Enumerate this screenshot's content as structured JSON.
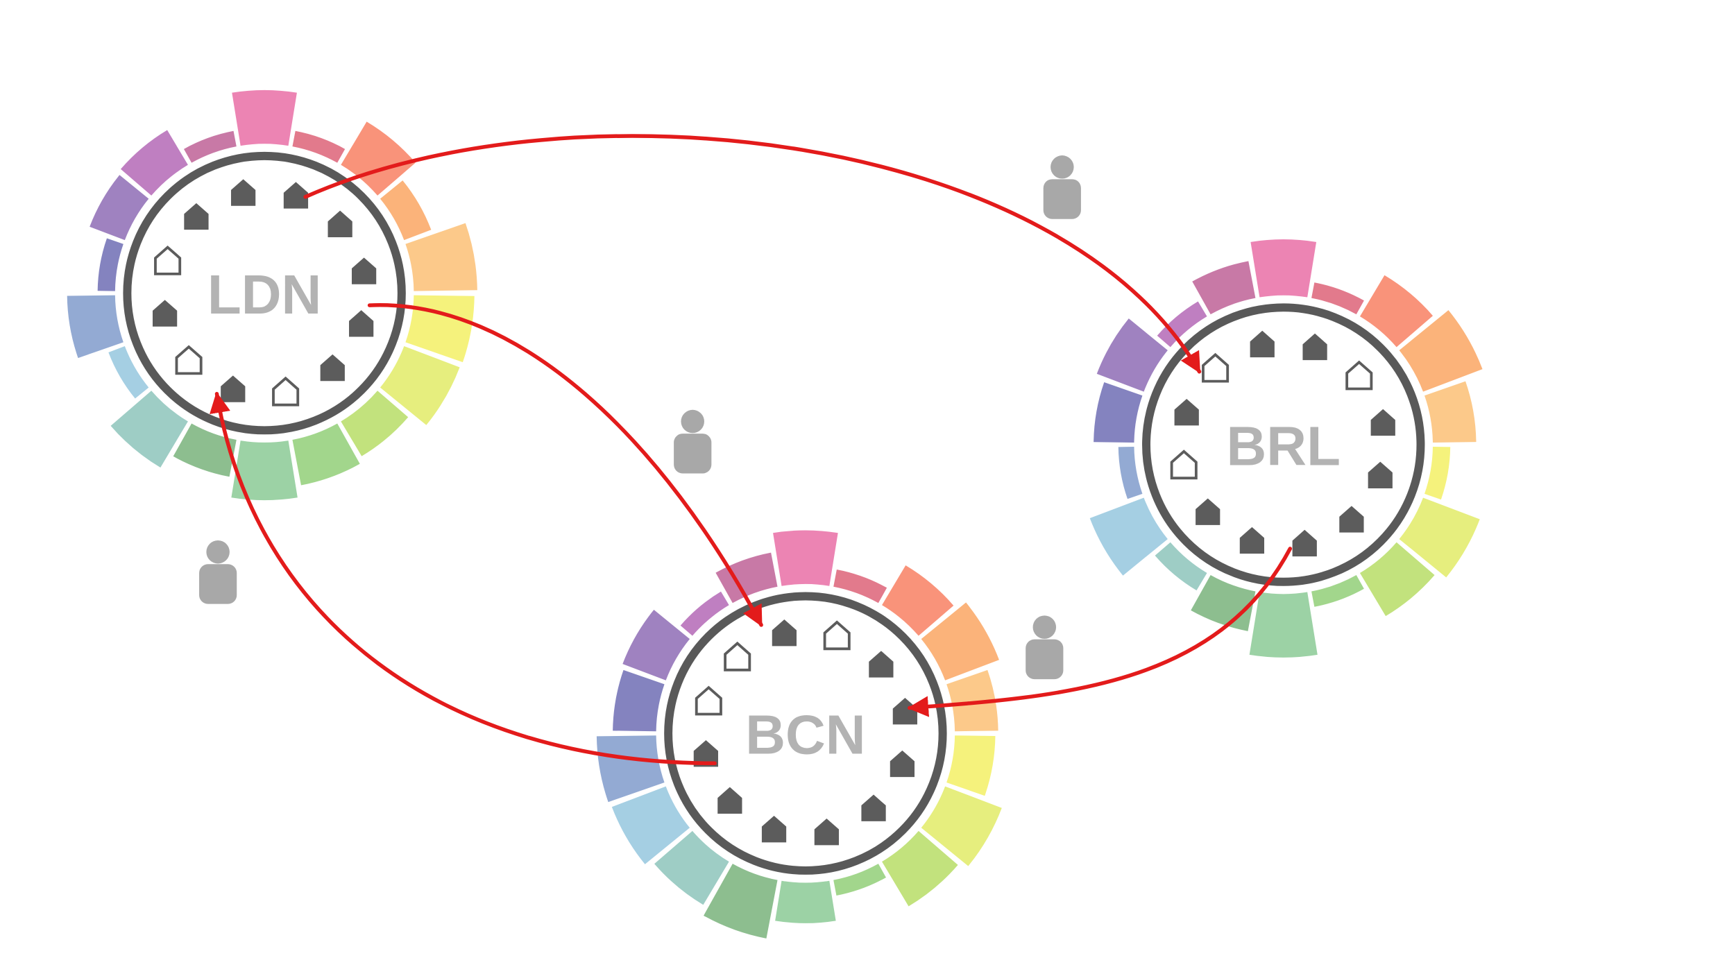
{
  "diagram": {
    "palette": [
      "#ec84b3",
      "#e27a8c",
      "#f9937a",
      "#fbb37a",
      "#fcc98a",
      "#f5f27c",
      "#e6ee7e",
      "#c2e27d",
      "#a2d68c",
      "#9cd2a5",
      "#8dbe8f",
      "#9ecdc5",
      "#a5cfe3",
      "#93aad3",
      "#8483bf",
      "#9f82c0",
      "#bf7fc1",
      "#c879a6"
    ],
    "ring_color": "#595959",
    "house_color": "#5c5c5c",
    "arrow_color": "#e31b1b",
    "person_color": "#a8a8a8",
    "cities": [
      {
        "id": "ldn",
        "label": "LDN",
        "band_levels": [
          0.78,
          0.12,
          0.72,
          0.35,
          0.95,
          0.9,
          0.88,
          0.55,
          0.65,
          0.85,
          0.5,
          0.78,
          0.15,
          0.68,
          0.15,
          0.5,
          0.55,
          0.12
        ],
        "houses": [
          "filled",
          "filled",
          "filled",
          "filled",
          "filled",
          "filled",
          "outline",
          "filled",
          "outline",
          "filled",
          "outline",
          "filled"
        ]
      },
      {
        "id": "brl",
        "label": "BRL",
        "band_levels": [
          0.82,
          0.12,
          0.68,
          0.95,
          0.6,
          0.15,
          0.9,
          0.72,
          0.12,
          0.95,
          0.55,
          0.2,
          0.85,
          0.12,
          0.55,
          0.72,
          0.15,
          0.5
        ],
        "houses": [
          "filled",
          "filled",
          "outline",
          "filled",
          "filled",
          "filled",
          "filled",
          "filled",
          "filled",
          "outline",
          "filled",
          "outline"
        ]
      },
      {
        "id": "bcn",
        "label": "BCN",
        "band_levels": [
          0.78,
          0.15,
          0.65,
          0.85,
          0.6,
          0.55,
          0.9,
          0.75,
          0.12,
          0.55,
          0.88,
          0.72,
          0.85,
          0.88,
          0.6,
          0.65,
          0.12,
          0.45
        ],
        "houses": [
          "filled",
          "outline",
          "filled",
          "filled",
          "filled",
          "filled",
          "filled",
          "filled",
          "filled",
          "filled",
          "outline",
          "outline"
        ]
      }
    ],
    "people": [
      {
        "id": "person-1"
      },
      {
        "id": "person-2"
      },
      {
        "id": "person-3"
      },
      {
        "id": "person-4"
      }
    ],
    "links": [
      {
        "id": "link-ldn-brl",
        "from": "ldn",
        "to": "brl"
      },
      {
        "id": "link-ldn-bcn",
        "from": "ldn",
        "to": "bcn"
      },
      {
        "id": "link-bcn-ldn",
        "from": "bcn",
        "to": "ldn"
      },
      {
        "id": "link-brl-bcn",
        "from": "brl",
        "to": "bcn"
      }
    ]
  }
}
